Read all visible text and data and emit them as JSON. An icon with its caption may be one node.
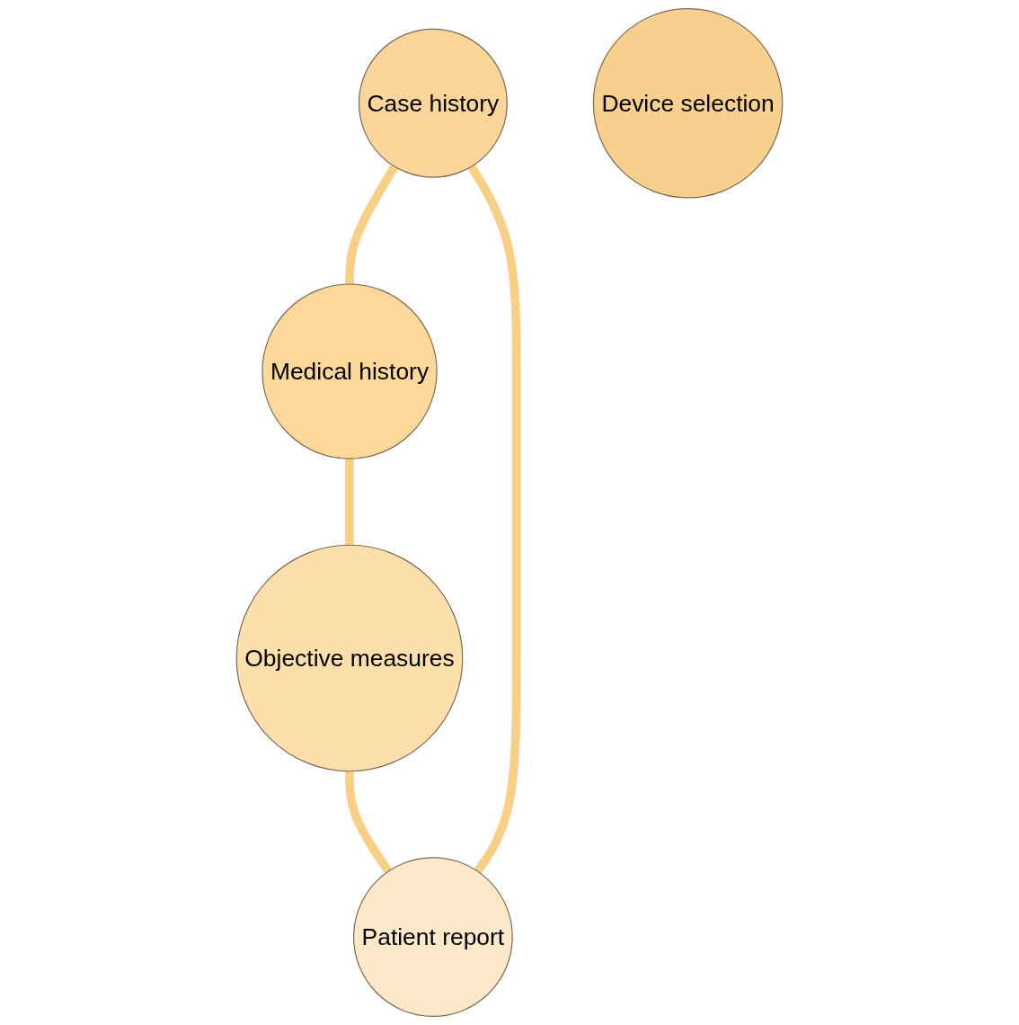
{
  "diagram": {
    "nodes": [
      {
        "text": [
          "Case history"
        ]
      },
      {
        "text": [
          "Patient report"
        ]
      },
      {
        "text": [
          "Device selection"
        ]
      },
      {
        "text": [
          "Medical history"
        ]
      },
      {
        "text": [
          "Objective measures"
        ]
      }
    ],
    "edges": [
      {
        "from": 0,
        "to": 3,
        "arrow": "none"
      },
      {
        "from": 3,
        "to": 4,
        "arrow": "none"
      },
      {
        "from": 4,
        "to": 1,
        "arrow": "none"
      },
      {
        "from": 1,
        "to": 0,
        "arrow": "none"
      }
    ]
  }
}
